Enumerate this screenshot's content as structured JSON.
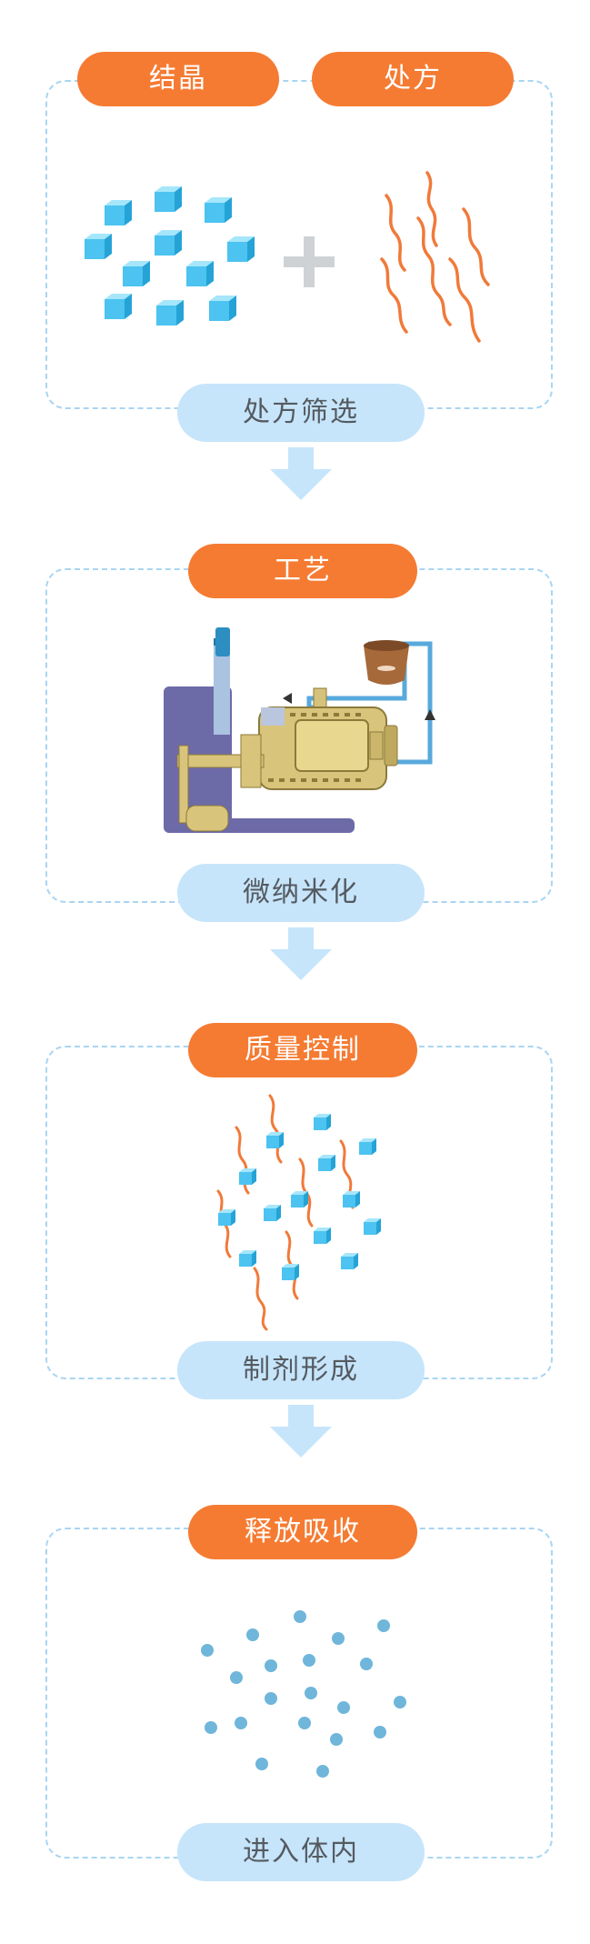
{
  "stages": [
    {
      "tags": [
        "结晶",
        "处方"
      ],
      "caption": "处方筛选"
    },
    {
      "tags": [
        "工艺"
      ],
      "caption": "微纳米化"
    },
    {
      "tags": [
        "质量控制"
      ],
      "caption": "制剂形成"
    },
    {
      "tags": [
        "释放吸收"
      ],
      "caption": "进入体内"
    }
  ],
  "colors": {
    "accent": "#f57b32",
    "caption_bg": "#c6e5fb",
    "panel_border": "#a9d5f2",
    "cube": "#4cc3f0",
    "strand": "#f07a3a",
    "dot": "#6fb6da",
    "arrow": "#c6e5fb"
  },
  "icons": [
    "crystal-cubes-icon",
    "plus-icon",
    "excipient-strands-icon",
    "micronizer-machine-icon",
    "mixed-formulation-icon",
    "absorbed-particles-icon",
    "down-arrow-icon"
  ]
}
